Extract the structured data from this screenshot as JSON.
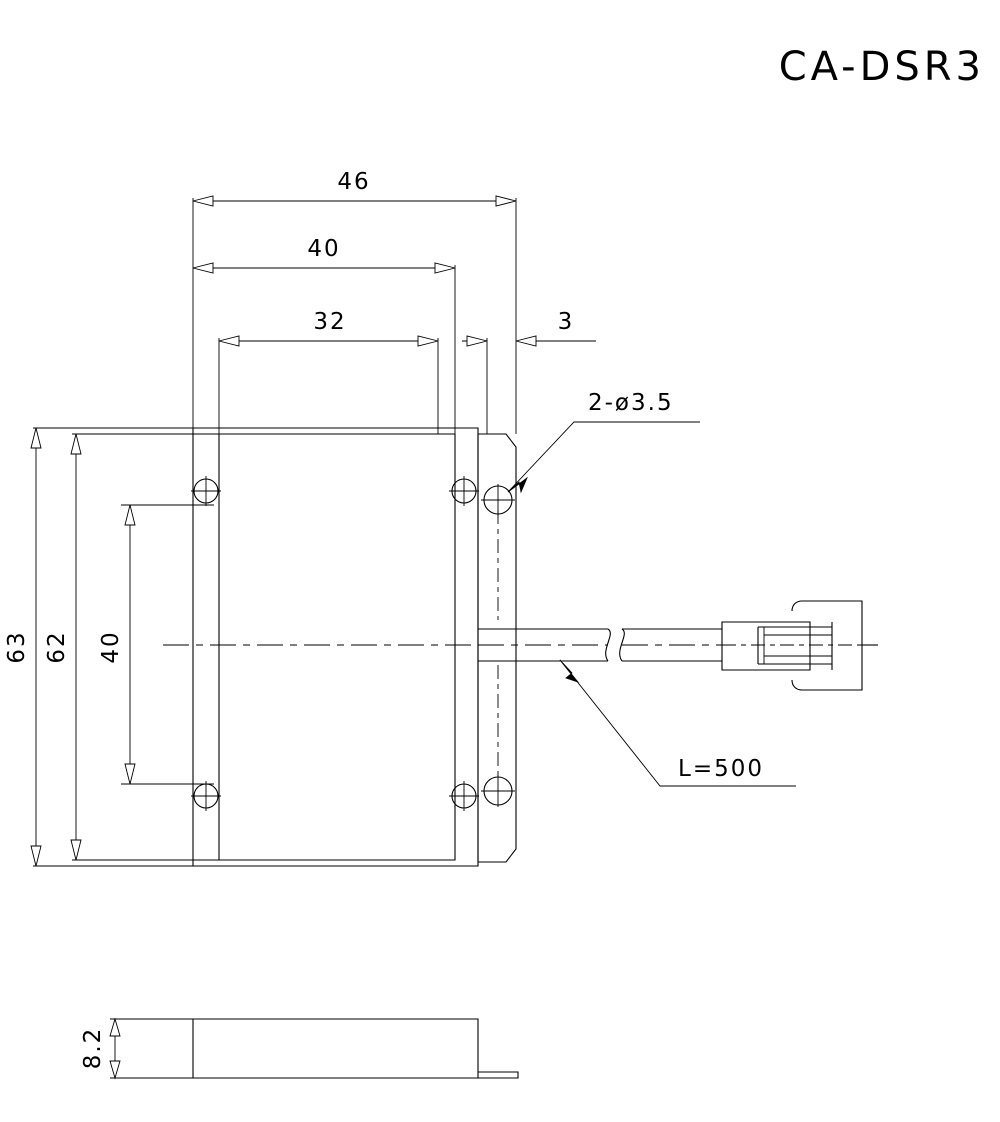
{
  "drawing": {
    "title": "CA-DSR3",
    "units_implied": "mm",
    "line_color": "#000000",
    "background_color": "#ffffff",
    "views": [
      {
        "name": "front-view",
        "label": ""
      },
      {
        "name": "side-view",
        "label": ""
      }
    ]
  },
  "dimensions": {
    "horizontal": [
      {
        "id": "dim-46",
        "value": "46",
        "orientation": "horizontal"
      },
      {
        "id": "dim-40h",
        "value": "40",
        "orientation": "horizontal"
      },
      {
        "id": "dim-32",
        "value": "32",
        "orientation": "horizontal"
      },
      {
        "id": "dim-3",
        "value": "3",
        "orientation": "horizontal"
      }
    ],
    "vertical": [
      {
        "id": "dim-63",
        "value": "63",
        "orientation": "vertical"
      },
      {
        "id": "dim-62",
        "value": "62",
        "orientation": "vertical"
      },
      {
        "id": "dim-40v",
        "value": "40",
        "orientation": "vertical"
      }
    ],
    "side_view": [
      {
        "id": "dim-8-2",
        "value": "8.2",
        "orientation": "vertical"
      }
    ]
  },
  "callouts": [
    {
      "id": "hole-callout",
      "text": "2-ø3.5"
    },
    {
      "id": "cable-length-callout",
      "text": "L=500"
    }
  ],
  "features": {
    "mounting_holes_count": 4,
    "bracket_holes_count": 2,
    "connector": "molex-style-connector",
    "cable": "flying-lead-cable"
  }
}
